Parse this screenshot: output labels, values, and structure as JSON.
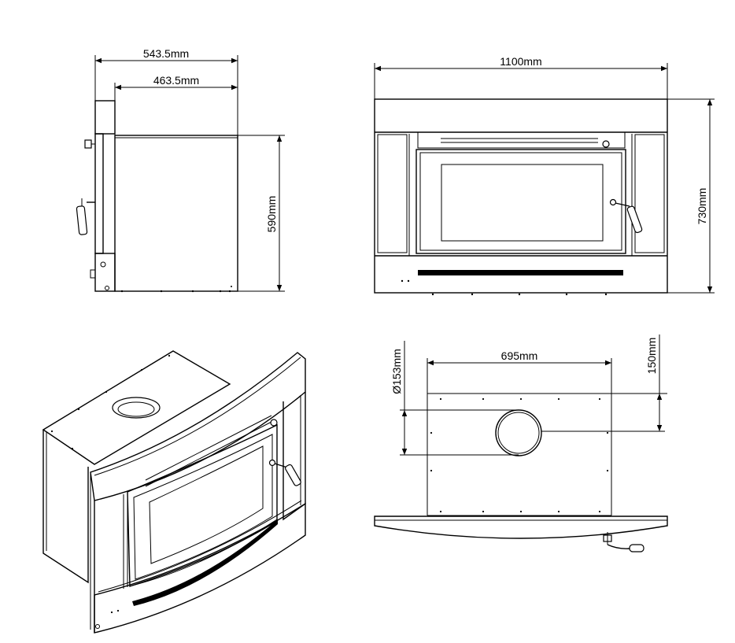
{
  "dimensions": {
    "side_overall_depth": "543.5mm",
    "side_body_depth": "463.5mm",
    "side_height": "590mm",
    "front_width": "1100mm",
    "front_height": "730mm",
    "top_flue_offset": "695mm",
    "top_flue_diameter": "Ø153mm",
    "top_flue_setback": "150mm"
  }
}
